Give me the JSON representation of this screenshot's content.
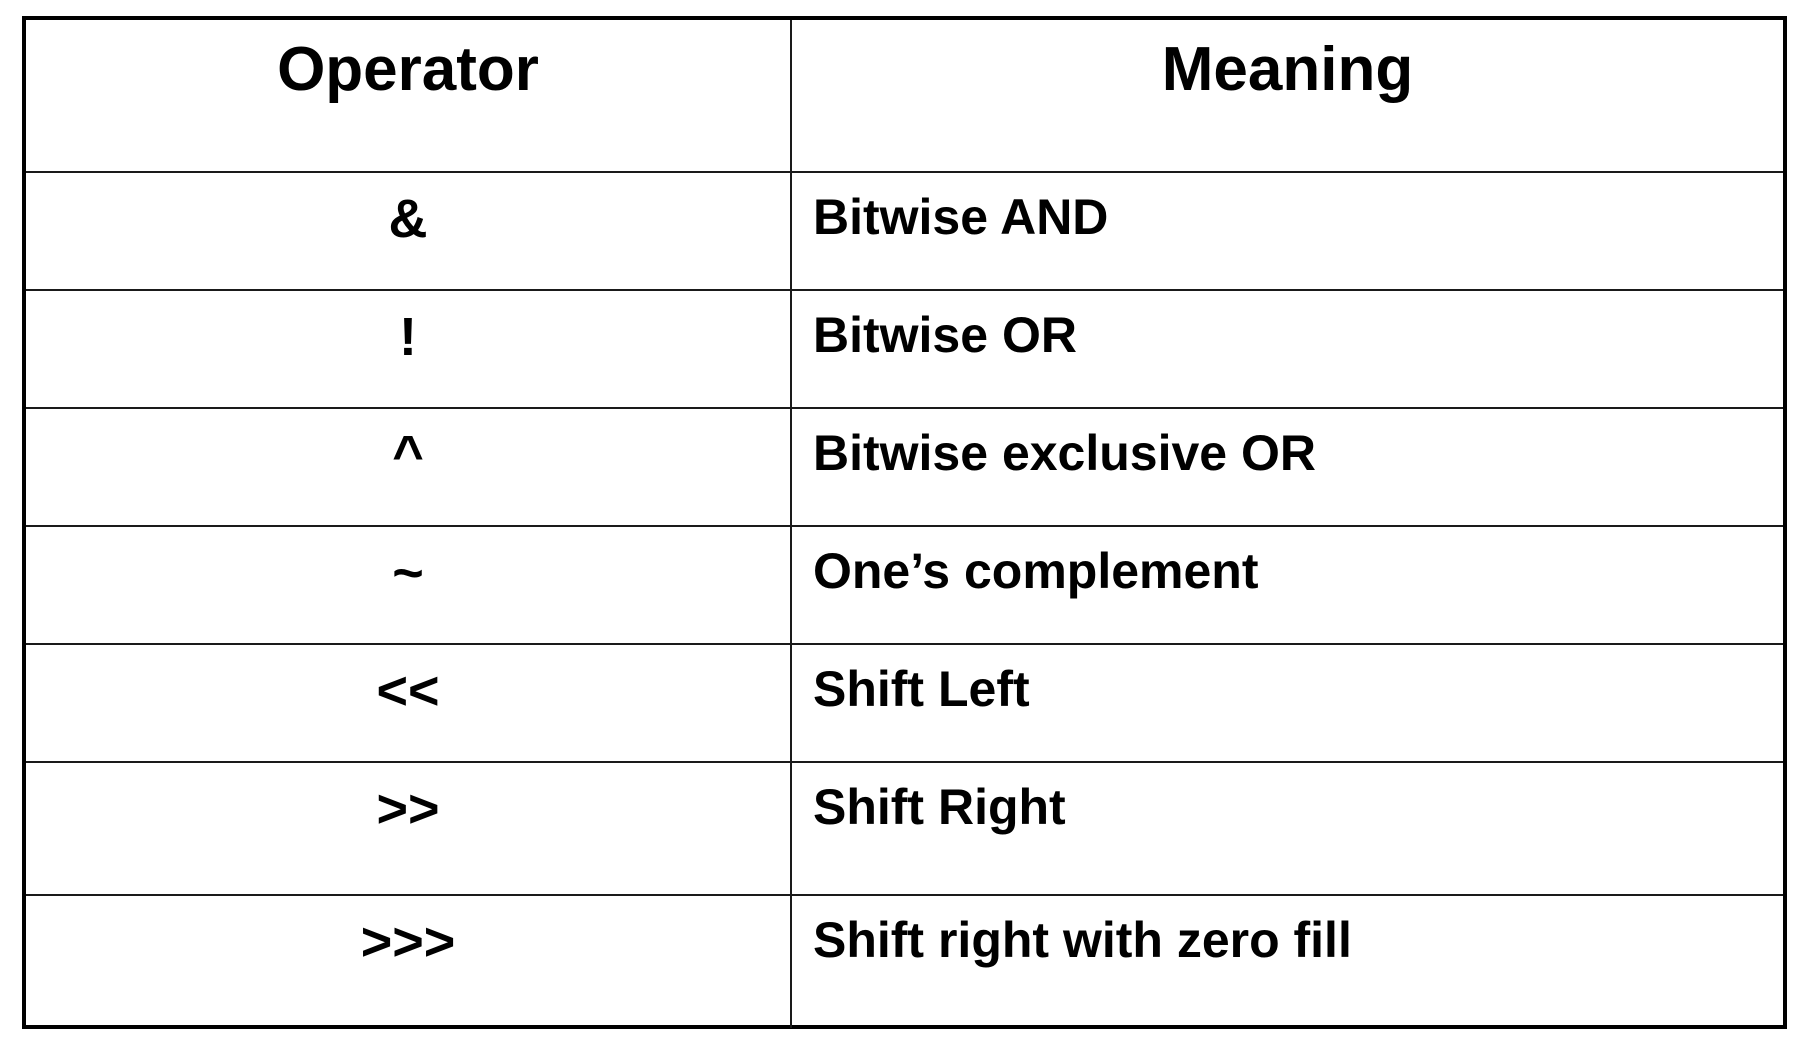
{
  "table": {
    "headers": {
      "operator": "Operator",
      "meaning": "Meaning"
    },
    "rows": [
      {
        "operator": "&",
        "meaning": "Bitwise AND"
      },
      {
        "operator": "!",
        "meaning": "Bitwise OR"
      },
      {
        "operator": "^",
        "meaning": "Bitwise exclusive OR"
      },
      {
        "operator": "~",
        "meaning": "One’s complement"
      },
      {
        "operator": "<<",
        "meaning": "Shift Left"
      },
      {
        "operator": ">>",
        "meaning": "Shift Right"
      },
      {
        "operator": ">>>",
        "meaning": "Shift right with zero fill"
      }
    ]
  }
}
